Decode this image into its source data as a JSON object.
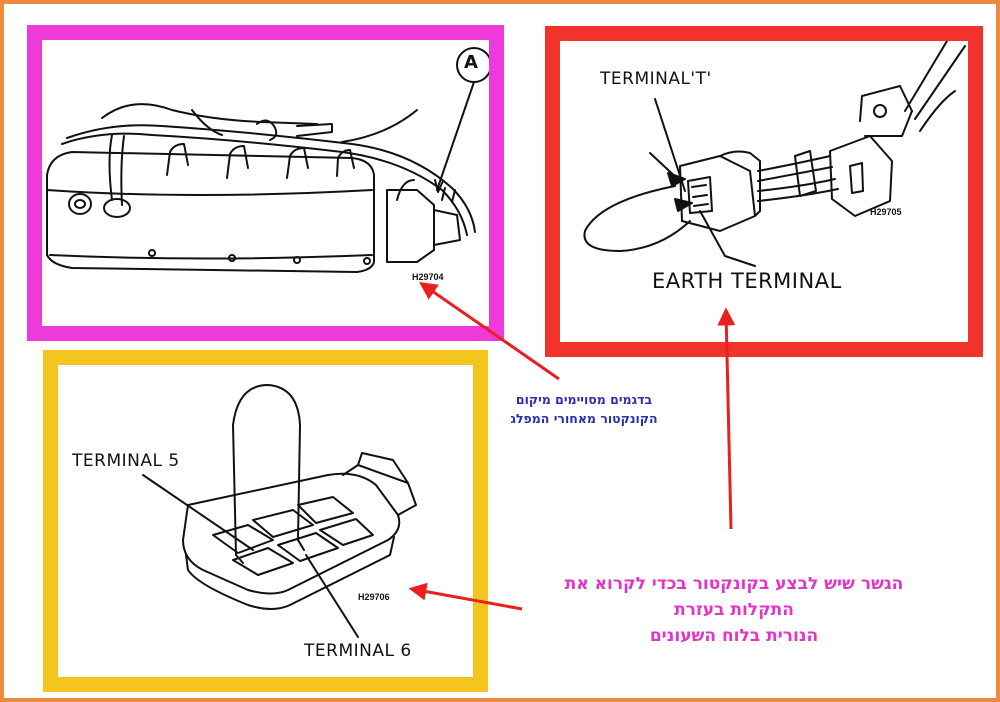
{
  "colors": {
    "outer_border": "#f08a3c",
    "engine_frame": "#ee3ad8",
    "connector_frame": "#f2332b",
    "jumper_frame": "#f5c51f",
    "arrow": "#e8201f",
    "note_location_text": "#2a2fb0",
    "note_jumper_text": "#e235c8"
  },
  "panels": {
    "engine": {
      "callout": "A",
      "code": "H29704"
    },
    "connector_t": {
      "terminal_t": "TERMINAL'T'",
      "earth_terminal": "EARTH TERMINAL",
      "code": "H29705"
    },
    "jumper": {
      "terminal_5": "TERMINAL 5",
      "terminal_6": "TERMINAL 6",
      "code": "H29706"
    }
  },
  "notes": {
    "location": [
      "בדגמים מסויימים מיקום",
      "הקונקטור מאחורי המפלג"
    ],
    "jumper": [
      "הגשר שיש לבצע בקונקטור בכדי לקרוא את",
      "התקלות בעזרת",
      "הנורית בלוח השעונים"
    ]
  },
  "icons": {
    "arrow": "arrow-icon"
  }
}
